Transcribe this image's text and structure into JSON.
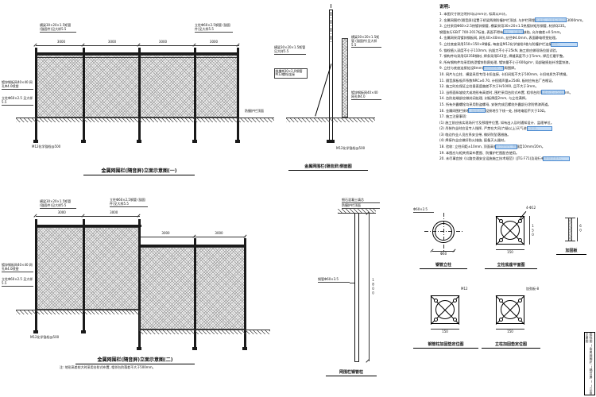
{
  "drawing": {
    "elev1": {
      "caption": "金属网围栏(隔音屏)立面示意图(一)",
      "dims": [
        "3000",
        "3000",
        "3000",
        "3000"
      ],
      "ann_rail": "横梁30×20×1.5矩管 (锚固件)见大样5.5",
      "ann_post": "立柱Φ60×2.5钢管 (锚固件)见大样5.5",
      "ann_mesh": "镀锌钢板网40×40 网孔Φ4.0喷塑",
      "ann_post_left": "立柱Φ60×2.5 见大样5.5",
      "ann_anchor": "M12化学锚栓@500",
      "ann_deck": "防撞护栏顶面"
    },
    "side": {
      "caption": "金属网围栏(隔音屏)侧面图",
      "ann_rail": "横梁30×20×1.5矩管 见大样5.5",
      "ann_brace": "斜撑Φ30×2.0钢管 M12螺栓连接",
      "ann_rail_r": "横梁30×20×1.5矩管 (锚固件)见大样5.5",
      "ann_mesh_r": "镀锌钢板网40×40 网孔Φ4.0",
      "ann_anchor": "M12化学锚栓@500"
    },
    "elev2": {
      "caption": "金属网围栏(隔音屏)立面示意图(二)",
      "subnote": "注: 地形高差较大时采用台阶式布置, 相邻台阶落差不大于500mm。",
      "dims_left": [
        "3000",
        "3000"
      ],
      "dims_right": [
        "3000",
        "3000"
      ],
      "ann_rail": "横梁30×20×1.5矩管 (锚固件)见大样5.5",
      "ann_post": "立柱Φ60×2.5钢管 (锚固件)见大样5.5",
      "ann_mesh": "镀锌钢板网40×40 网孔Φ4.0喷塑",
      "ann_post_left": "立柱Φ60×2.5 见大样5.5",
      "ann_anchor": "M12化学锚栓@500"
    },
    "post_detail": {
      "caption": "网围栏钢管柱",
      "ann_top1": "细石混凝土填芯",
      "ann_top2": "防撞护栏顶面",
      "ann_pipe": "钢管Φ60×3.5",
      "dim_h": "1800"
    },
    "details": {
      "d1": {
        "caption": "钢管立柱",
        "dim": "Φ60",
        "label": "Φ60×2.5"
      },
      "d2": {
        "caption": "立柱底座平面图",
        "bolt_label": "4-Φ12",
        "dim_w": "150",
        "dim_h": "150"
      },
      "d3": {
        "caption": "加固板",
        "dim": "60"
      },
      "d4": {
        "caption": "钢管柱加固垫定位图",
        "bolt_label": "M12",
        "dim_w": "150"
      },
      "d5": {
        "caption": "立柱加固垫定位图",
        "label": "加劲板-8",
        "dim_w": "150"
      }
    }
  },
  "notes": {
    "title": "说明:",
    "lines": [
      "1. 本图尺寸除注明外均以mm计, 标高以m计。",
      "2. 金属网围栏(隔音屏)设置于桥梁两侧防撞护栏顶部, 与护栏预埋件连接, 立柱标准间距3000mm。",
      "3. 立柱采用Φ60×2.5热镀锌钢管, 横梁采用30×20×1.5热镀锌矩形钢管, 材质Q235。",
      "   钢管执行GB/T 700-2017标准, 表面不得有裂纹、折叠等缺陷, 允许偏差±0.5mm。",
      "4. 金属网采用镀锌钢板网, 网孔40×40mm, 丝径Φ4.0mm, 表面静电喷塑处理。",
      "5. 立柱底座采用150×150×8钢板, 每座设M12化学锚栓4枚与防撞护栏连接固定。",
      "6. 锚栓植入深度不小于110mm, 抗拔力不小于25kN, 施工前应做现场拉拔试验。",
      "7. 钢构件均采用Q235B钢材, 焊条采用E43型, 焊缝高度不小于5mm, 焊后打磨平整。",
      "8. 所有钢构件均采用热浸镀锌防腐处理, 镀锌量不小于600g/m², 局部破损处补涂富锌漆。",
      "9. 立柱与底座连接处设8mm厚加劲肋板, 四周围焊。",
      "10. 网片与立柱、横梁采用专用卡扣连接, 卡扣间距不大于500mm, 卡扣材质为不锈钢。",
      "11. 隔音屏板吸声系数NRC≥0.70, 计权隔声量≥25dB, 板材应有出厂合格证。",
      "12. 施工时应保证立柱垂直度偏差不大于H/1000, 且不大于3mm。",
      "13. 当桥面纵坡较大或地形有高差时, 围栏采用台阶式布置, 相邻台阶落差不大于500mm。",
      "14. 台阶处端部应做封闭处理, 封板厚度2mm, 与立柱满焊。",
      "15. 所有外露螺栓均采用防盗螺母, 安装完成后螺纹外露部分涂防锈漆两道。",
      "16. 金属网围栏接地: 每隔30m设接地引下线一处, 接地电阻不大于10Ω。",
      "17. 施工注意事项:",
      "  (1) 施工前应核实现场尺寸及预埋件位置, 如有出入及时通知设计、监理单位。",
      "  (2) 吊装作业时应设专人指挥, 严禁在大风(六级以上)天气进行安装。",
      "  (3) 临边作业人员应系安全带, 做好防坠落措施。",
      "  (4) 焊接作业应做好防火措施, 配备灭火器材。",
      "18. 验收: 立柱间距±10mm, 顶面高程±10mm, 直顺度10mm/20m。",
      "19. 本图应与相关桥梁布置图、防撞护栏图配合使用。",
      "20. 未尽事宜按《公路交通安全设施施工技术规范》(JTG F71)及现行有关规范执行。"
    ]
  },
  "titleblock": {
    "text": "招标图(金属网围栏(隔音屏))立面示意图"
  }
}
